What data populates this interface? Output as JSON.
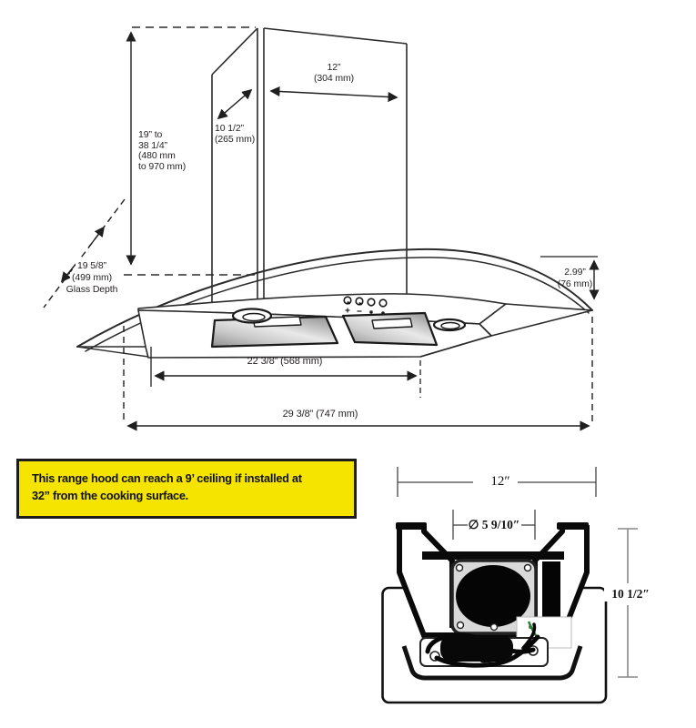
{
  "main": {
    "chimney_height": [
      "19” to",
      "38 1/4”",
      "(480 mm",
      "to 970 mm)"
    ],
    "duct_depth": [
      "10 1/2”",
      "(265 mm)"
    ],
    "chimney_width": [
      "12”",
      "(304 mm)"
    ],
    "glass_depth": [
      "19 5/8”",
      "(499 mm)",
      "Glass Depth"
    ],
    "glass_edge": [
      "2.99”",
      "(76 mm)"
    ],
    "body_width": "22 3/8” (568 mm)",
    "total_width": "29 3/8” (747 mm)"
  },
  "note": {
    "line1": "This range hood can reach a 9’ ceiling if installed at",
    "line2": "32” from the cooking surface."
  },
  "cross_section": {
    "width": "12″",
    "diameter": "∅ 5 9/10″",
    "height": "10 1/2″"
  },
  "colors": {
    "note_bg": "#f5e400",
    "line": "#2b2b2b",
    "dim_gray": "#888888",
    "wire_green": "#2e7d32"
  }
}
